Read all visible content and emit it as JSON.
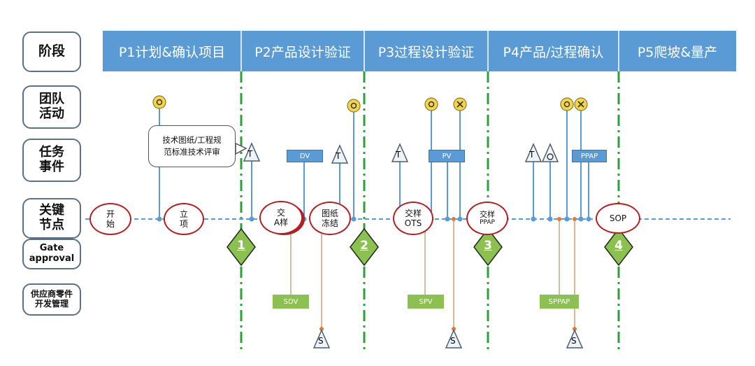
{
  "row_labels": {
    "stage": "阶段",
    "team_line1": "团队",
    "team_line2": "活动",
    "task_line1": "任务",
    "task_line2": "事件",
    "key_line1": "关键",
    "key_line2": "节点",
    "gate_line1": "Gate",
    "gate_line2": "approval",
    "supplier_line1": "供应商零件",
    "supplier_line2": "开发管理"
  },
  "phases": [
    {
      "label": "P1计划&确认项目"
    },
    {
      "label": "P2产品设计验证"
    },
    {
      "label": "P3过程设计验证"
    },
    {
      "label": "P4产品/过程确认"
    },
    {
      "label": "P5爬坡&量产"
    }
  ],
  "callout": {
    "line1": "技术图纸/工程规",
    "line2": "范标准技术评审"
  },
  "nodes": {
    "start_line1": "开",
    "start_line2": "始",
    "project_line1": "立",
    "project_line2": "项",
    "a_sample_line1": "交",
    "a_sample_line2": "A样",
    "freeze_line1": "图纸",
    "freeze_line2": "冻结",
    "ots_line1": "交样",
    "ots_line2": "OTS",
    "ppap_line1": "交样",
    "ppap_line2": "PPAP",
    "sop": "SOP"
  },
  "tasks": {
    "dv": "DV",
    "pv": "PV",
    "ppap": "PPAP"
  },
  "supplier_tasks": {
    "sdv": "SDV",
    "spv": "SPV",
    "sppap": "SPPAP"
  },
  "gates": [
    "1",
    "2",
    "3",
    "4"
  ],
  "symbols": {
    "triangle_letter": "T",
    "supplier_letter": "S"
  },
  "colors": {
    "phase_bar": "#5b9bd5",
    "gate_line": "#2e9e3e",
    "gate_diamond": "#8cc152",
    "node_border": "#b51f24",
    "timeline": "#5b9bd5",
    "supplier_line": "#c9a27d",
    "marker_fill": "#f2d54a"
  }
}
